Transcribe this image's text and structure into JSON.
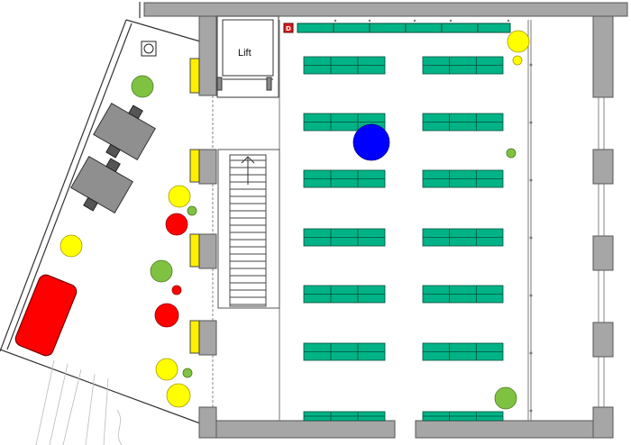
{
  "lift": {
    "label": "Lift"
  },
  "badge": {
    "label": "D"
  },
  "colors": {
    "wall": "#a6a6a6",
    "wall_border": "#555555",
    "table": "#00b386",
    "table_edge": "#004d3a",
    "marker_blue": "#0000ff",
    "marker_green": "#7fc241",
    "marker_yellow": "#ffff00",
    "marker_red": "#ff0000",
    "furniture_grey": "#8f8f8f",
    "panel_yellow": "#ffee00"
  },
  "markers": [
    {
      "kind": "blue"
    },
    {
      "kind": "yellow"
    },
    {
      "kind": "yellow"
    },
    {
      "kind": "yellow"
    },
    {
      "kind": "yellow"
    },
    {
      "kind": "yellow"
    },
    {
      "kind": "yellow"
    },
    {
      "kind": "green"
    },
    {
      "kind": "green"
    },
    {
      "kind": "green"
    },
    {
      "kind": "green"
    },
    {
      "kind": "green"
    },
    {
      "kind": "green"
    },
    {
      "kind": "green"
    },
    {
      "kind": "red"
    },
    {
      "kind": "red"
    },
    {
      "kind": "red"
    }
  ]
}
